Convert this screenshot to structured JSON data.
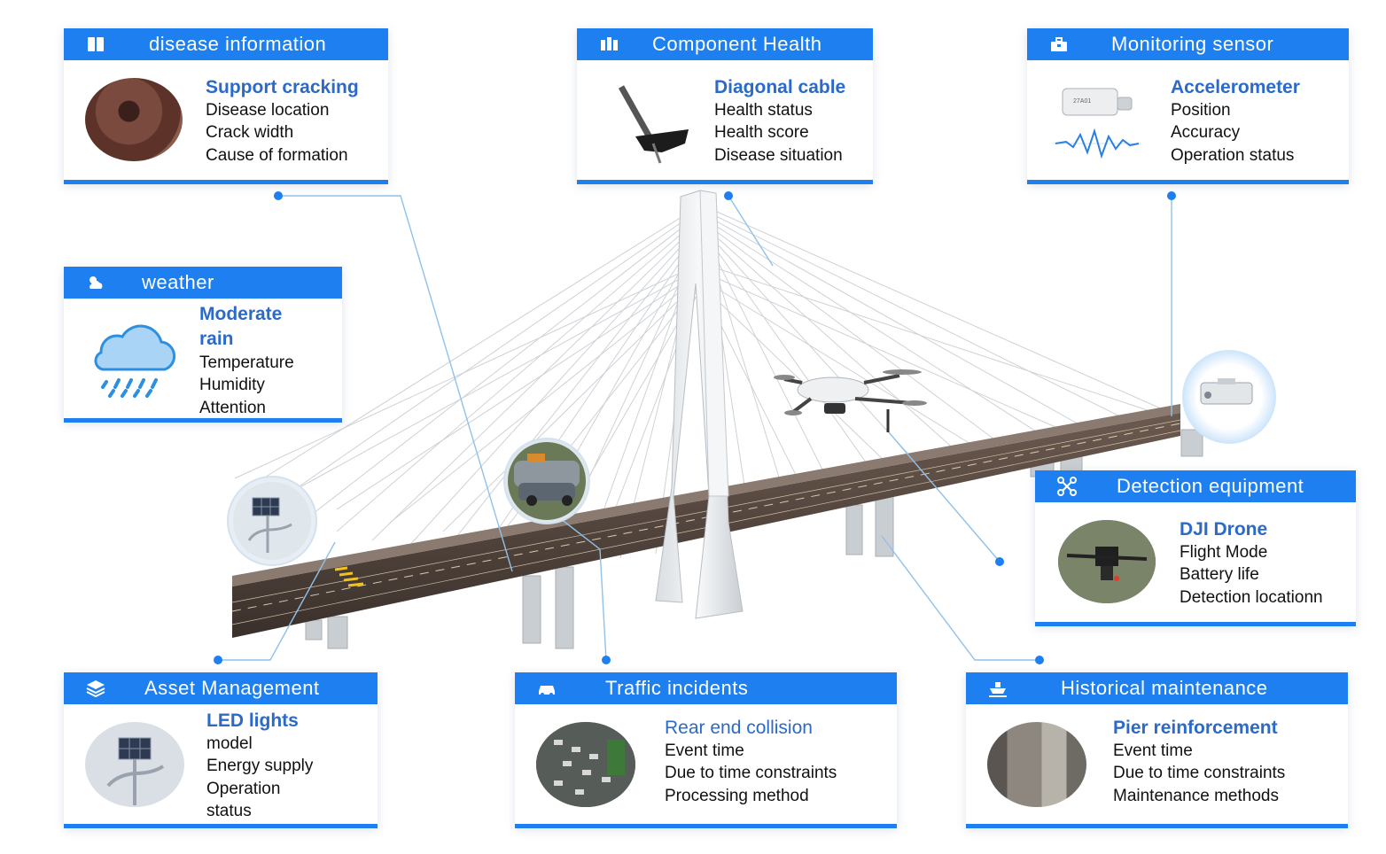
{
  "cards": {
    "disease": {
      "header": "disease information",
      "icon": "book-icon",
      "title": "Support cracking",
      "lines": [
        "Disease location",
        "Crack width",
        "Cause of formation"
      ]
    },
    "component": {
      "header": "Component Health",
      "icon": "people-icon",
      "title": "Diagonal cable",
      "lines": [
        "Health status",
        "Health score",
        "Disease situation"
      ]
    },
    "sensor": {
      "header": "Monitoring sensor",
      "icon": "toolbox-icon",
      "title": "Accelerometer",
      "lines": [
        "Position",
        "Accuracy",
        "Operation status"
      ]
    },
    "weather": {
      "header": "weather",
      "icon": "sun-cloud-icon",
      "title_lines": [
        "Moderate",
        "rain"
      ],
      "lines": [
        "Temperature",
        "Humidity",
        "Attention"
      ]
    },
    "detection": {
      "header": "Detection equipment",
      "icon": "drone-icon",
      "title": "DJI Drone",
      "lines": [
        "Flight Mode",
        "Battery life",
        "Detection locationn"
      ]
    },
    "asset": {
      "header": "Asset Management",
      "icon": "layers-icon",
      "title": "LED lights",
      "lines": [
        "model",
        "Energy supply",
        "Operation",
        "status"
      ]
    },
    "traffic": {
      "header": "Traffic incidents",
      "icon": "car-icon",
      "title": "Rear end collision",
      "lines": [
        "Event time",
        "Due to time constraints",
        "Processing method"
      ]
    },
    "maintenance": {
      "header": "Historical maintenance",
      "icon": "ship-icon",
      "title": "Pier reinforcement",
      "lines": [
        "Event time",
        "Due to time constraints",
        "Maintenance methods"
      ]
    }
  },
  "colors": {
    "accent": "#1e7ff0",
    "title_text": "#2b6ac8",
    "connector": "#8fc1ea",
    "deck": "#4a3e38",
    "pylon": "#e9ecef"
  }
}
